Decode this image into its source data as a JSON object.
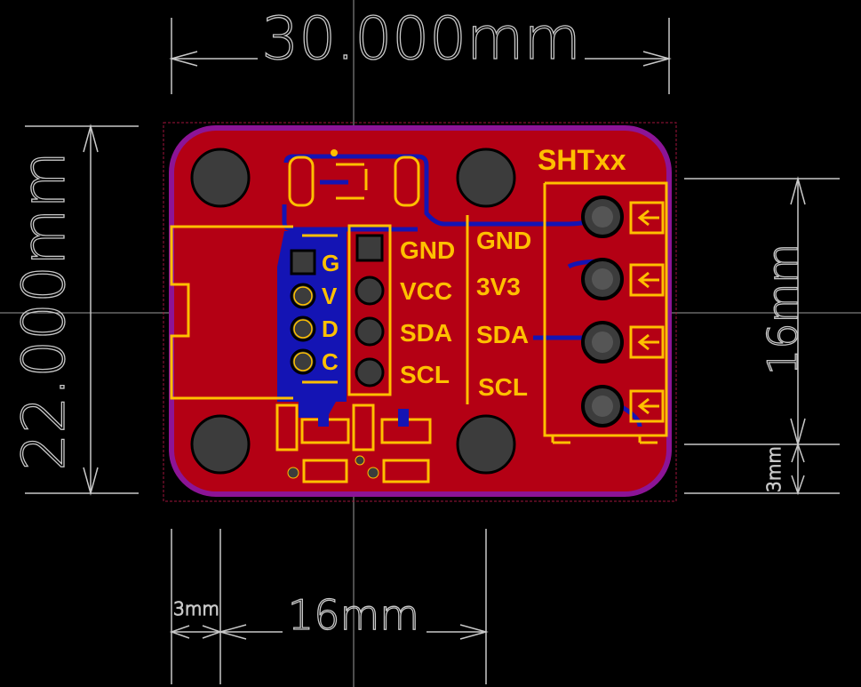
{
  "dimensions": {
    "width": "30.000mm",
    "height": "22.000mm",
    "mount_hole_spacing_x": "16mm",
    "mount_hole_spacing_y": "16mm",
    "edge_offset_x": "3mm",
    "edge_offset_y": "3mm"
  },
  "board": {
    "title": "SHTxx",
    "left_pin_labels": [
      "G",
      "V",
      "D",
      "C"
    ],
    "center_pin_labels": [
      "GND",
      "VCC",
      "SDA",
      "SCL"
    ],
    "right_pin_labels": [
      "GND",
      "3V3",
      "SDA",
      "SCL"
    ]
  },
  "colors": {
    "background": "#000000",
    "board_copper": "#b40014",
    "board_outline": "#8c1496",
    "silkscreen": "#ffc000",
    "bottom_copper": "#1414b4",
    "dimension": "#c8c8c8",
    "hole": "#3c3c3c"
  }
}
